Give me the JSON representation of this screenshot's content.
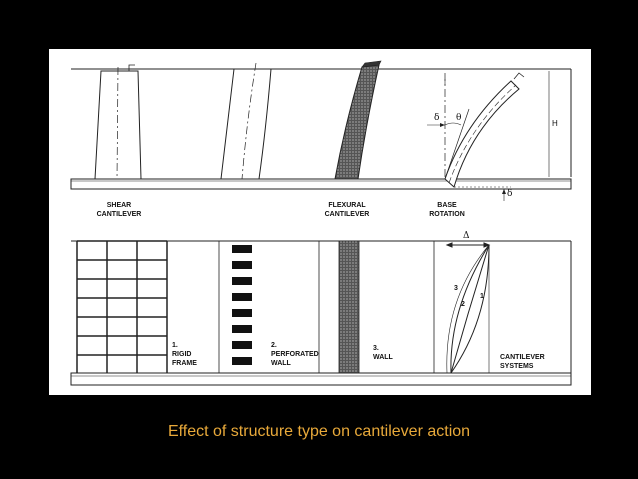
{
  "top_labels": {
    "shear_cantilever": [
      "SHEAR",
      "CANTILEVER"
    ],
    "flexural_cantilever": [
      "FLEXURAL",
      "CANTILEVER"
    ],
    "base_rotation": [
      "BASE",
      "ROTATION"
    ]
  },
  "bottom_labels": {
    "rigid_frame": [
      "1.",
      "RIGID",
      "FRAME"
    ],
    "perforated_wall": [
      "2.",
      "PERFORATED",
      "WALL"
    ],
    "wall": [
      "3.",
      "WALL"
    ],
    "cantilever_systems": [
      "CANTILEVER",
      "SYSTEMS"
    ]
  },
  "symbols": {
    "delta": "δ",
    "theta": "θ",
    "height": "H",
    "big_delta": "Δ",
    "curve_1": "1",
    "curve_2": "2",
    "curve_3": "3"
  },
  "caption": "Effect of structure type on cantilever action",
  "colors": {
    "page_background": "#000000",
    "figure_background": "#ffffff",
    "caption": "#e8a93a",
    "hatch": "#444444"
  }
}
